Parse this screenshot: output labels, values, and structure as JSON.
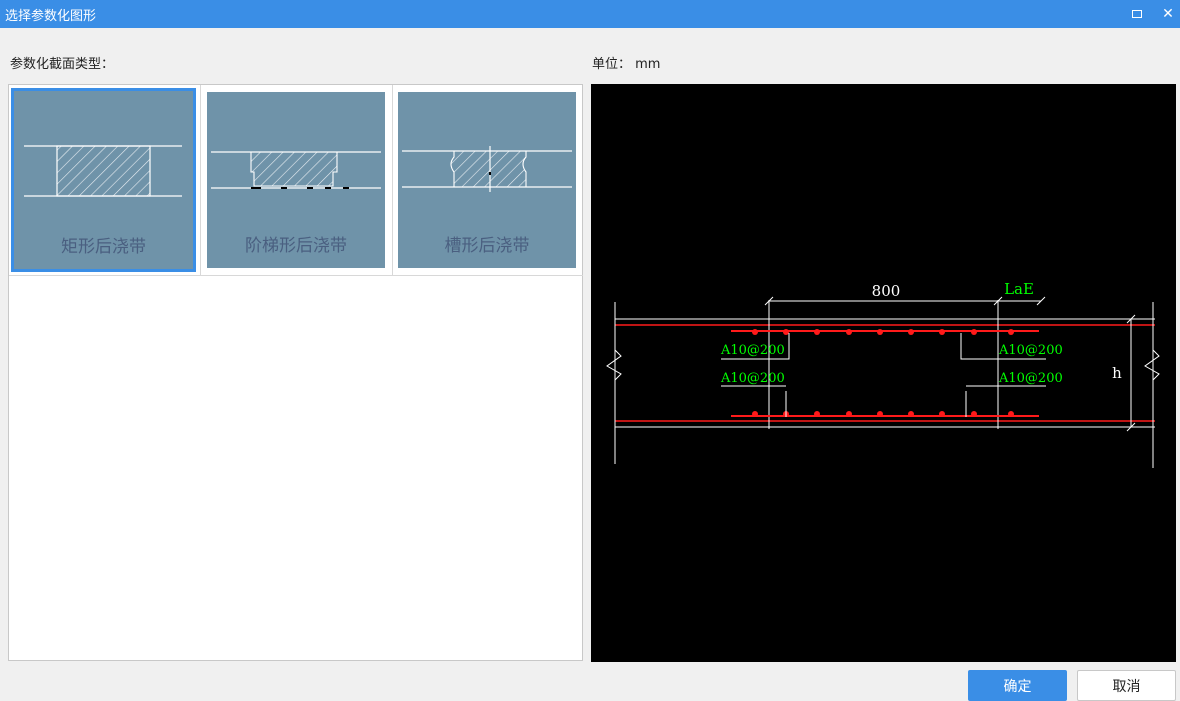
{
  "window": {
    "title": "选择参数化图形",
    "maximize_icon": "maximize-icon",
    "close_glyph": "✕"
  },
  "section_label": "参数化截面类型：",
  "unit_label": "单位：  mm",
  "shapes": [
    {
      "label": "矩形后浇带",
      "selected": true
    },
    {
      "label": "阶梯形后浇带",
      "selected": false
    },
    {
      "label": "槽形后浇带",
      "selected": false
    }
  ],
  "preview": {
    "dimension_width": "800",
    "dimension_lae": "LaE",
    "height_label": "h",
    "rebar_labels": [
      "A10@200",
      "A10@200",
      "A10@200",
      "A10@200"
    ]
  },
  "buttons": {
    "ok": "确定",
    "cancel": "取消"
  },
  "colors": {
    "titlebar": "#3a8ee6",
    "thumb_bg": "#6f93a9",
    "selection": "#3a8ee6",
    "rebar": "#ff1a1a",
    "label_green": "#00ff00"
  }
}
